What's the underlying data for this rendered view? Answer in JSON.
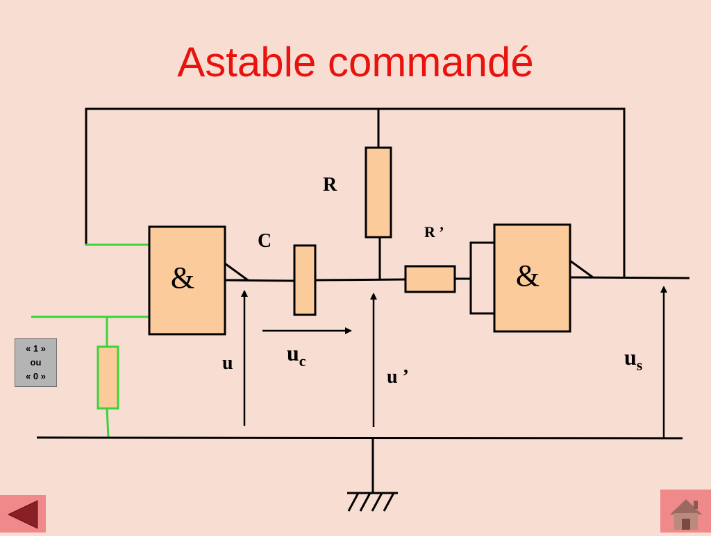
{
  "title": "Astable commandé",
  "labels": {
    "gate1": "&",
    "gate2": "&",
    "resistor_r": "R",
    "resistor_r_prime": "R ’",
    "capacitor": "C",
    "voltage_u": "u",
    "voltage_uc_main": "u",
    "voltage_uc_sub": "c",
    "voltage_u_prime": "u ’",
    "voltage_us_main": "u",
    "voltage_us_sub": "s"
  },
  "switch": {
    "line1": "« 1 »",
    "line2": "ou",
    "line3": "« 0 »"
  },
  "colors": {
    "background": "#f8ddd2",
    "title": "#e8120e",
    "component_fill": "#fccb9c",
    "green_wire": "#3cd23c",
    "nav_button": "#f08a8a"
  },
  "icons": {
    "back": "back-arrow-icon",
    "home": "home-icon"
  }
}
